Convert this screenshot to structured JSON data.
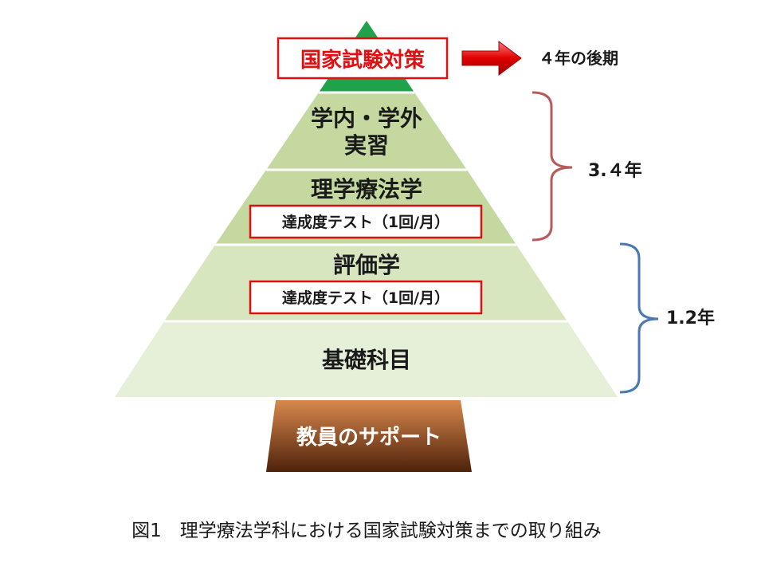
{
  "diagram": {
    "top": {
      "label": "国家試験対策",
      "arrow_label": "４年の後期"
    },
    "layers": [
      {
        "line1": "学内・学外",
        "line2": "実習"
      },
      {
        "line1": "理学療法学",
        "test": "達成度テスト（1回/月）"
      },
      {
        "line1": "評価学",
        "test": "達成度テスト（1回/月）"
      },
      {
        "line1": "基礎科目"
      }
    ],
    "brackets": [
      {
        "label": "3.４年"
      },
      {
        "label": "1.2年"
      }
    ],
    "base": {
      "label": "教員のサポート"
    },
    "caption": "図1　理学療法学科における国家試験対策までの取り組み"
  },
  "colors": {
    "apex_green": "#1fa24a",
    "upper_layer": "#c4d8a0",
    "lower_layer1": "#d8e6c0",
    "lower_layer2": "#e6efd8",
    "highlight_red": "#e01010",
    "bracket_red": "#b85a5a",
    "bracket_blue": "#4a78b0",
    "base_top": "#d2804a",
    "base_bottom": "#5a2a0c"
  }
}
